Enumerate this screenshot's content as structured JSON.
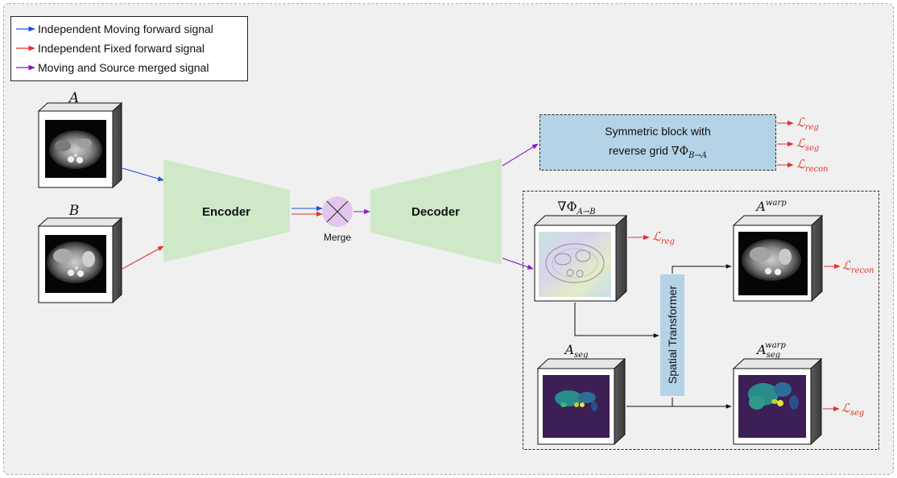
{
  "legend": {
    "items": [
      {
        "label": "Independent Moving forward signal",
        "color": "#1f4fe0"
      },
      {
        "label": "Independent Fixed forward signal",
        "color": "#e5332a"
      },
      {
        "label": "Moving and Source merged signal",
        "color": "#8a17c9"
      }
    ]
  },
  "images": {
    "A": {
      "label": "A"
    },
    "B": {
      "label": "B"
    }
  },
  "encoder": {
    "label": "Encoder"
  },
  "merge": {
    "label": "Merge"
  },
  "decoder": {
    "label": "Decoder"
  },
  "symmetric_block": {
    "line1": "Symmetric block with",
    "line2": "reverse grid",
    "grid_symbol": "∇Φ",
    "grid_sub": "B→A"
  },
  "sym_losses": [
    {
      "base": "ℒ",
      "sub": "reg"
    },
    {
      "base": "ℒ",
      "sub": "seg"
    },
    {
      "base": "ℒ",
      "sub": "recon"
    }
  ],
  "deformation": {
    "symbol": "∇Φ",
    "sub": "A→B",
    "loss_base": "ℒ",
    "loss_sub": "reg"
  },
  "awarp": {
    "base": "A",
    "sup": "warp",
    "loss_base": "ℒ",
    "loss_sub": "recon"
  },
  "aseg": {
    "base": "A",
    "sub": "seg"
  },
  "asegwarp": {
    "base": "A",
    "sub": "seg",
    "sup": "warp",
    "loss_base": "ℒ",
    "loss_sub": "seg"
  },
  "spatial_transformer": {
    "label": "Spatial Transformer"
  },
  "colors": {
    "moving": "#1f4fe0",
    "fixed": "#e5332a",
    "merged": "#8a17c9",
    "loss": "#e5332a",
    "encoder_fill": "#cfe8c8",
    "symmetric_fill": "#b4d3e6",
    "merge_fill": "#e3c6ee",
    "spatial_fill": "#b4d3e6",
    "seg_background": "#3b1f55"
  }
}
